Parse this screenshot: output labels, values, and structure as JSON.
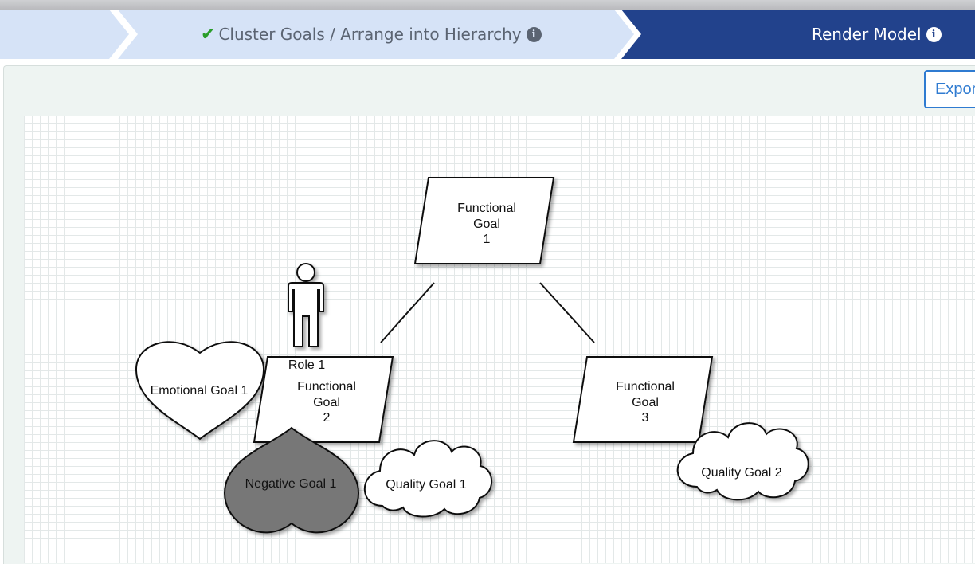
{
  "wizard": {
    "step2": {
      "label": "Cluster Goals / Arrange into Hierarchy",
      "status": "completed"
    },
    "step3": {
      "label": "Render Model",
      "status": "active"
    }
  },
  "toolbar": {
    "export_label": "Export"
  },
  "colors": {
    "step_inactive": "#d6e3f7",
    "step_active": "#22428c",
    "negative_goal_fill": "#777777",
    "accent": "#2f7bd1"
  },
  "diagram": {
    "functional_goal_1": {
      "lines": [
        "Functional",
        "Goal",
        "1"
      ]
    },
    "functional_goal_2": {
      "lines": [
        "Functional",
        "Goal",
        "2"
      ]
    },
    "functional_goal_3": {
      "lines": [
        "Functional",
        "Goal",
        "3"
      ]
    },
    "role_1": {
      "label": "Role 1"
    },
    "emotional_goal_1": {
      "label": "Emotional Goal 1"
    },
    "negative_goal_1": {
      "label": "Negative Goal 1"
    },
    "quality_goal_1": {
      "label": "Quality Goal 1"
    },
    "quality_goal_2": {
      "label": "Quality Goal 2"
    }
  }
}
